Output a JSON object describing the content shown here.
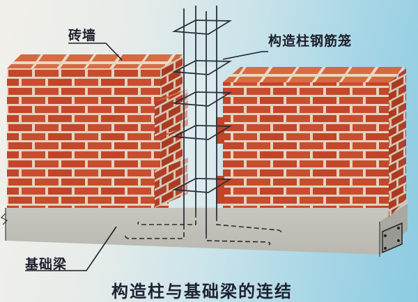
{
  "diagram": {
    "title": "构造柱与基础梁的连结",
    "labels": {
      "brick_wall": "砖墙",
      "column_rebar_cage": "构造柱钢筋笼",
      "foundation_beam": "基础梁"
    },
    "components": [
      {
        "id": "left-brick-wall",
        "type": "brick-wall",
        "label_ref": "brick_wall"
      },
      {
        "id": "right-brick-wall",
        "type": "brick-wall"
      },
      {
        "id": "rebar-cage",
        "type": "steel-reinforcement-cage",
        "label_ref": "column_rebar_cage",
        "vertical_bars": 4,
        "stirrups": 5
      },
      {
        "id": "foundation-beam",
        "type": "concrete-beam",
        "label_ref": "foundation_beam"
      },
      {
        "id": "anchor-bars",
        "type": "dashed-embedded-rebar",
        "count": 4
      },
      {
        "id": "beam-section",
        "type": "cross-section-plate",
        "rebar_dots": 4
      }
    ],
    "colors": {
      "brick": "#c24a2c",
      "brick_top": "#d4673f",
      "mortar": "#e4d6c4",
      "concrete": "#c2c2bb",
      "rebar": "#2a2f3a",
      "background_left": "#f2f0ea",
      "background_right": "#8ccbe1",
      "text": "#1c1f2a"
    }
  }
}
